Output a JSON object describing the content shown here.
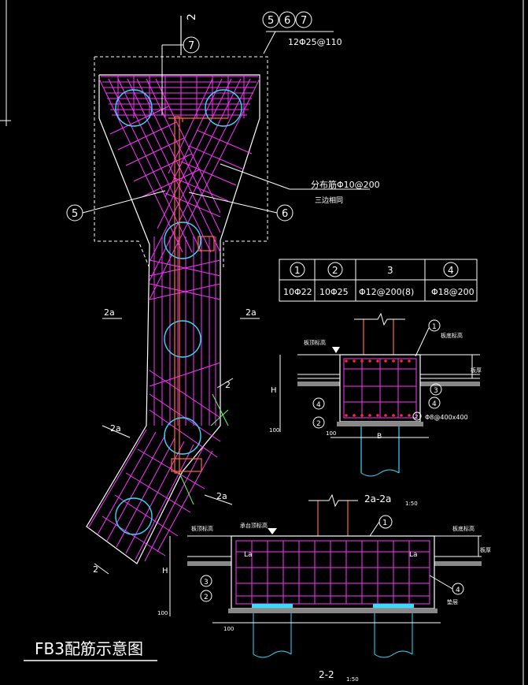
{
  "colors": {
    "background": "#000000",
    "rebar": "#ff33ff",
    "outline": "#ffffff",
    "dim": "#dddddd",
    "pile": "#33ddff",
    "cap": "#ff6b3a",
    "stirrup_red": "#ff2a2a",
    "dashed": "#ffff66",
    "green": "#66ff66"
  },
  "title": "FB3配筋示意图",
  "callouts": {
    "top_group_labels": [
      "5",
      "6",
      "7"
    ],
    "top_spec": "12Φ25@110",
    "bubble_7": "7",
    "bubble_5": "5",
    "bubble_6": "6",
    "dist_rebar": "分布筋Φ10@200",
    "dist_rebar_note": "三边相同",
    "section_mark_top": "2",
    "section_mark_left_a": "2a",
    "section_mark_right_a": "2a",
    "section_mark_diag_a": "2a",
    "section_mark_lower_a": "2a",
    "section_mark_slash_right": "2",
    "section_mark_slash_bottom": "2",
    "dim_la_1": "La",
    "dim_la_2": "La"
  },
  "legend_table": {
    "headers": [
      "1",
      "2",
      "3",
      "4"
    ],
    "values": [
      "10Φ22",
      "10Φ25",
      "Φ12@200(8)",
      "Φ18@200"
    ]
  },
  "section_2a": {
    "title": "2a-2a",
    "scale": "1:50",
    "label_slab_left": "板顶标高",
    "label_slab_right": "板底标高",
    "label_thick": "板厚",
    "label_h": "H",
    "label_100": "100",
    "label_100_b": "100",
    "label_b": "B",
    "label_stirrup_note": "Φ8@400x400",
    "bubble_1": "1",
    "bubble_2": "2",
    "bubble_3": "3",
    "bubble_4": "4",
    "bubble_4b": "4",
    "bubble_2b": "2"
  },
  "section_22": {
    "title": "2-2",
    "scale": "1:50",
    "label_left_slab": "板顶标高",
    "label_center": "承台顶标高",
    "label_right_slab": "板底标高",
    "label_thick": "板厚",
    "label_h": "H",
    "label_100": "100",
    "label_100_b": "100",
    "label_la_left": "La",
    "label_la_right": "La",
    "label_pad": "垫层",
    "bubble_1": "1",
    "bubble_3": "3",
    "bubble_2": "2",
    "bubble_4": "4"
  }
}
